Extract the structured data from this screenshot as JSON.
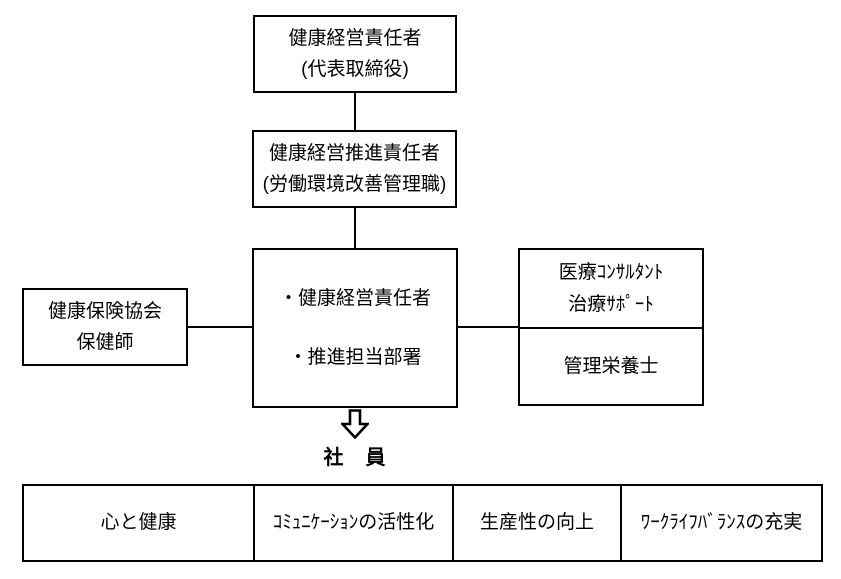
{
  "page": {
    "background_color": "#ffffff",
    "line_color": "#000000",
    "text_color": "#000000"
  },
  "org_chart": {
    "top_box": {
      "line1": "健康経営責任者",
      "line2": "(代表取締役)"
    },
    "promotion_box": {
      "line1": "健康経営推進責任者",
      "line2": "(労働環境改善管理職)"
    },
    "center_box": {
      "item1": "・健康経営責任者",
      "item2": "・推進担当部署"
    },
    "left_box": {
      "line1": "健康保険協会",
      "line2": "保健師"
    },
    "right_box": {
      "top_cell_line1": "医療ｺﾝｻﾙﾀﾝﾄ",
      "top_cell_line2": "治療ｻﾎﾟｰﾄ",
      "bottom_cell": "管理栄養士"
    },
    "down_arrow_icon": "hollow-block-down-arrow",
    "employees_label": "社　員",
    "outcome_table": {
      "cells": [
        "心と健康",
        "ｺﾐｭﾆｹｰｼｮﾝの活性化",
        "生産性の向上",
        "ﾜｰｸﾗｲﾌﾊﾞﾗﾝｽの充実"
      ]
    }
  }
}
